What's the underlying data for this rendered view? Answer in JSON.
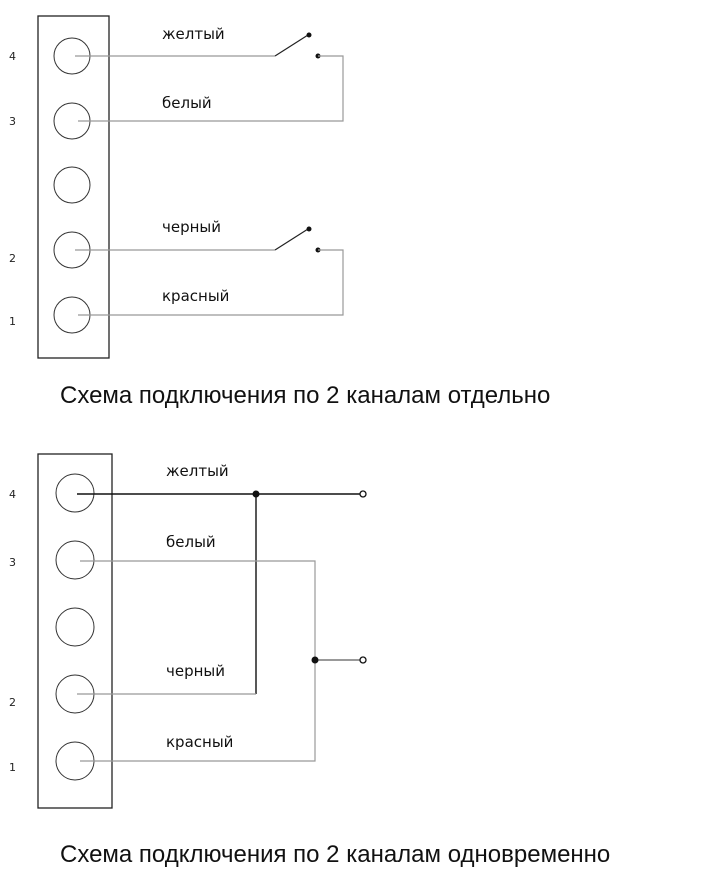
{
  "diagram1": {
    "pin_numbers": [
      "4",
      "3",
      "2",
      "1"
    ],
    "wires": [
      "желтый",
      "белый",
      "черный",
      "красный"
    ],
    "caption": "Схема подключения по 2 каналам отдельно"
  },
  "diagram2": {
    "pin_numbers": [
      "4",
      "3",
      "2",
      "1"
    ],
    "wires": [
      "желтый",
      "белый",
      "черный",
      "красный"
    ],
    "caption": "Схема подключения по 2 каналам одновременно"
  }
}
